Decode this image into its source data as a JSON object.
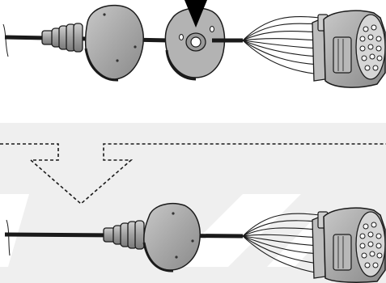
{
  "figure": {
    "top_panel": {
      "components": [
        "cable",
        "strain-relief-boot",
        "rubber-grommet",
        "mounting-flange",
        "wire-bundle",
        "multi-pin-connector"
      ],
      "marker": "insertion-arrow"
    },
    "transition": {
      "arrow": "down-arrow-dashed"
    },
    "bottom_panel": {
      "components": [
        "cable",
        "strain-relief-boot",
        "assembled-grommet",
        "wire-bundle",
        "multi-pin-connector"
      ]
    },
    "colors": {
      "metal": "#a9a9a9",
      "metal_dark": "#6f6f6f",
      "cable": "#1a1a1a",
      "band": "#efefef",
      "outline": "#1a1a1a"
    }
  }
}
